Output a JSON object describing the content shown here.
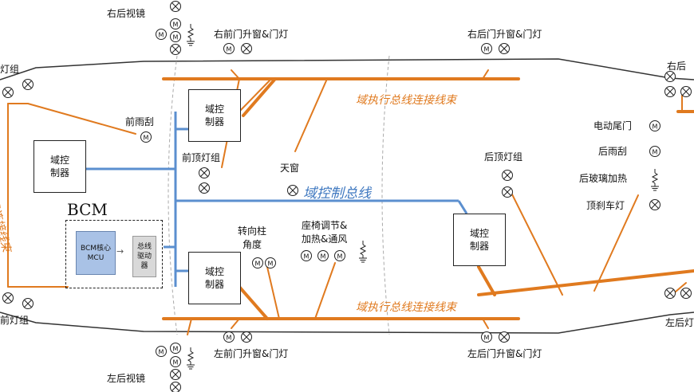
{
  "bcm": {
    "title": "BCM",
    "mcu": "BCM核心MCU",
    "driver": "总线驱动器"
  },
  "domain_controller_label": "域控制器",
  "buses": {
    "control_bus": "域控制总线",
    "exec_bus_top": "域执行总线连接线束",
    "exec_bus_bottom": "域执行总线连接线束",
    "exec_bus_left": "域执行总线连接线束"
  },
  "labels": {
    "right_mirror": "右后视镜",
    "right_front_door": "右前门升窗&门灯",
    "right_rear_door": "右后门升窗&门灯",
    "right_front_light": "灯组",
    "right_rear_light": "右后",
    "front_wiper": "前雨刮",
    "front_top_light": "前顶灯组",
    "sunroof": "天窗",
    "rear_top_light": "后顶灯组",
    "power_tailgate": "电动尾门",
    "rear_wiper": "后雨刮",
    "rear_defrost": "后玻璃加热",
    "brake_light": "顶刹车灯",
    "steering_column": "转向柱\n角度",
    "seat": "座椅调节&\n加热&通风",
    "left_front_light": "前灯组",
    "left_rear_light": "左后灯",
    "left_front_door": "左前门升窗&门灯",
    "left_rear_door": "左后门升窗&门灯",
    "left_mirror": "左后视镜"
  },
  "colors": {
    "exec_bus": "#e07a1f",
    "control_bus": "#5b8fcf",
    "mcu_fill": "#a9c2e6",
    "driver_fill": "#d9d9d9"
  },
  "icons": [
    "motor-icon",
    "lamp-icon",
    "heater-icon"
  ]
}
